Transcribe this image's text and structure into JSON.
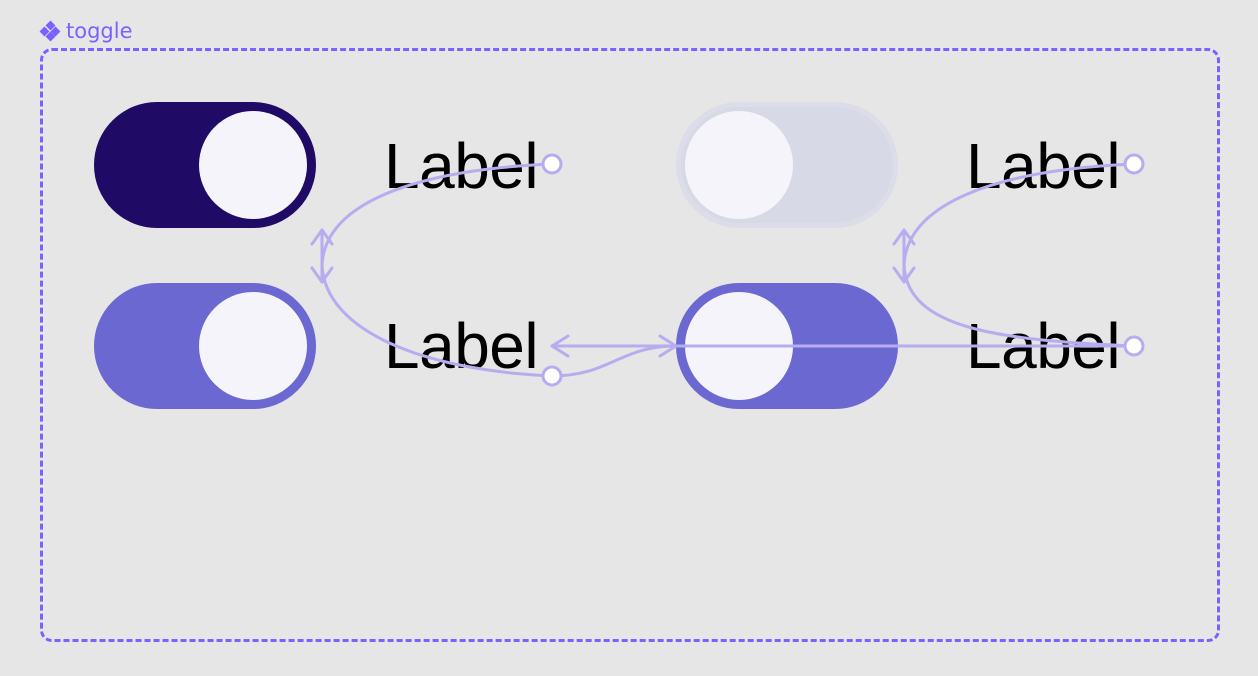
{
  "component": {
    "name": "toggle",
    "icon": "component-icon",
    "accent": "#7b61ff"
  },
  "variants": [
    {
      "label": "Label",
      "state": "on",
      "track": "#1f0a66",
      "border": "#1f0a66"
    },
    {
      "label": "Label",
      "state": "off",
      "track": "#d8d9e6",
      "border": "#dcdde8"
    },
    {
      "label": "Label",
      "state": "on",
      "track": "#6b68d2",
      "border": "#6b68d2"
    },
    {
      "label": "Label",
      "state": "off",
      "track": "#6b68d2",
      "border": "#6b68d2"
    }
  ],
  "knob_color": "#f5f4fa",
  "connector_color": "#b7acef"
}
